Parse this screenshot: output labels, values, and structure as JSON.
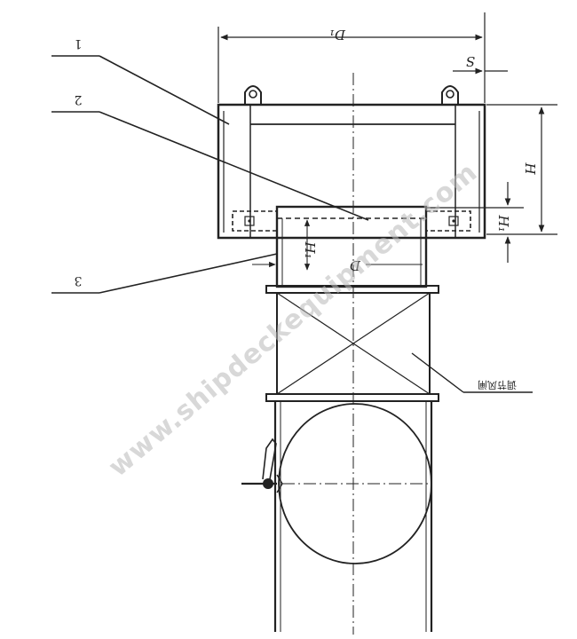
{
  "callouts": [
    "1",
    "2",
    "3"
  ],
  "dimensions": {
    "overall_width": "D₁",
    "top_offset": "S",
    "overall_height": "H",
    "inlet_height": "H₁",
    "inner_height": "H₁",
    "inner_diameter": "D"
  },
  "annotation": "调节风闸",
  "watermark": "www.shipdeckequipment.com"
}
